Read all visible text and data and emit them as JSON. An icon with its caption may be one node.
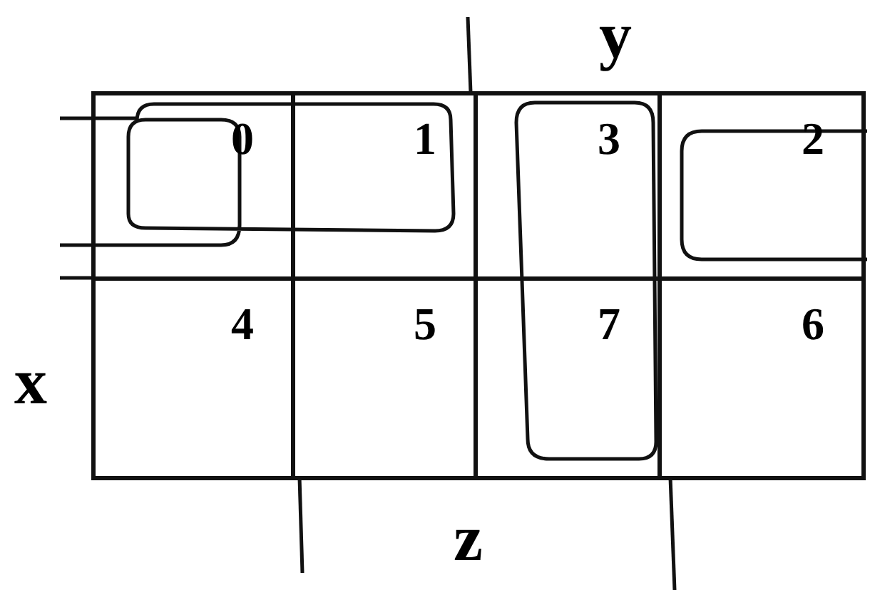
{
  "diagram": {
    "nodes": [
      {
        "text": [
          "0"
        ]
      },
      {
        "text": [
          "1"
        ]
      },
      {
        "text": [
          "3"
        ]
      },
      {
        "text": [
          "2"
        ]
      },
      {
        "text": [
          "4"
        ]
      },
      {
        "text": [
          "5"
        ]
      },
      {
        "text": [
          "7"
        ]
      },
      {
        "text": [
          "6"
        ]
      }
    ],
    "labels": [
      "y",
      "x",
      "z"
    ]
  }
}
